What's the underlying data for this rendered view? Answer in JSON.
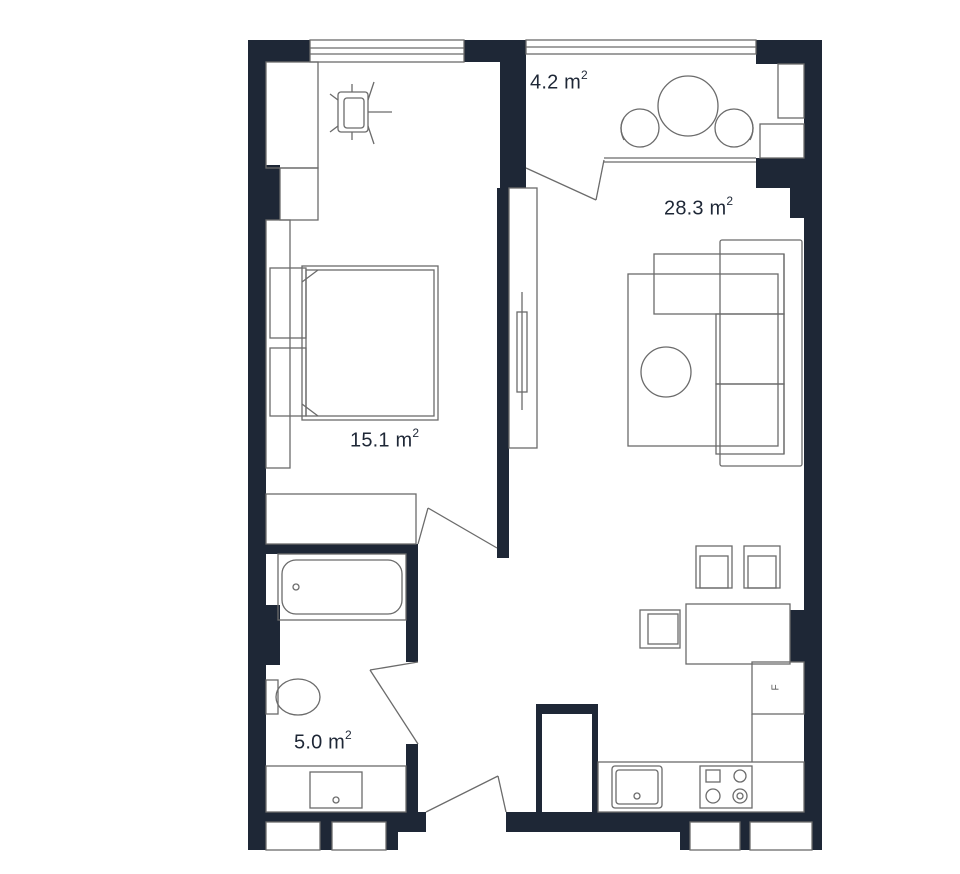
{
  "plan": {
    "colors": {
      "wall": "#1e2736",
      "line": "#6b6b6b",
      "fill": "#ffffff"
    },
    "rooms": [
      {
        "id": "balcony",
        "value": "4.2",
        "unit": "m",
        "exp": "2"
      },
      {
        "id": "living",
        "value": "28.3",
        "unit": "m",
        "exp": "2"
      },
      {
        "id": "bedroom",
        "value": "15.1",
        "unit": "m",
        "exp": "2"
      },
      {
        "id": "bathroom",
        "value": "5.0",
        "unit": "m",
        "exp": "2"
      }
    ],
    "fridge_label": "F",
    "icons": [
      "office-chair-icon",
      "round-table-icon",
      "sofa-icon",
      "double-bed-icon",
      "bathtub-icon",
      "toilet-icon",
      "sink-icon",
      "stove-icon",
      "dining-table-icon",
      "wardrobe-icon"
    ]
  }
}
